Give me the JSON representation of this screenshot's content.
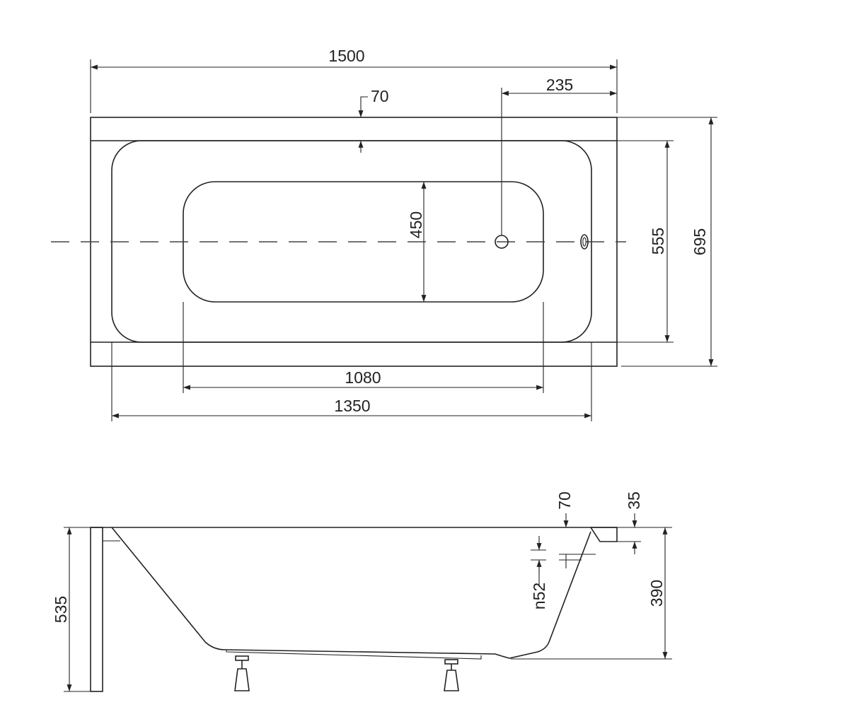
{
  "top_view": {
    "overall_length": "1500",
    "overall_width": "695",
    "rim_width": "70",
    "drain_offset": "235",
    "inner_basin_width": "555",
    "bottom_width": "450",
    "bottom_length": "1080",
    "basin_length": "1350"
  },
  "side_view": {
    "total_height": "535",
    "depth": "390",
    "rim": "70",
    "rim_lip": "35",
    "overflow_diameter": "n52"
  },
  "colors": {
    "line": "#222222",
    "background": "#ffffff"
  }
}
